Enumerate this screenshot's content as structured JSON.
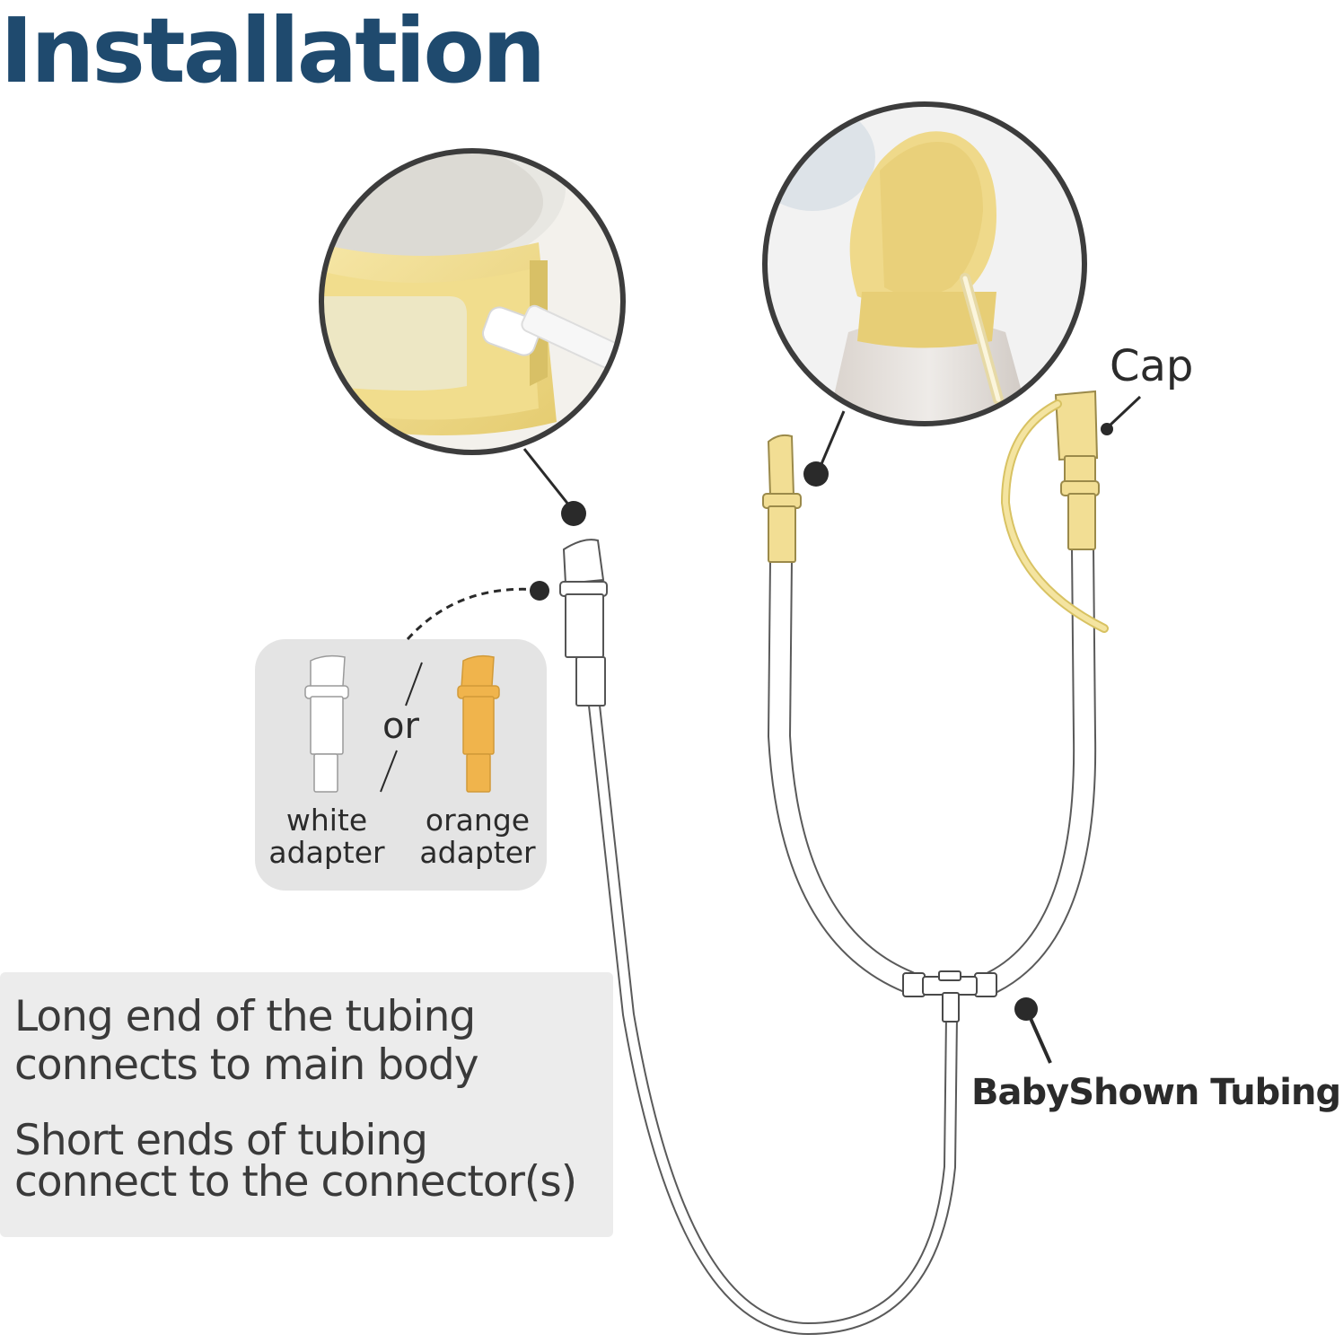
{
  "title": "Installation",
  "callouts": {
    "cap": "Cap",
    "tubing": "BabyShown Tubing"
  },
  "adapters": {
    "separator": "or",
    "white": {
      "line1": "white",
      "line2": "adapter"
    },
    "orange": {
      "line1": "orange",
      "line2": "adapter"
    }
  },
  "instructions": [
    {
      "line1": "Long end of the tubing",
      "line2": "connects to main body"
    },
    {
      "line1": "Short ends of tubing",
      "line2": "connect to the connector(s)"
    }
  ],
  "colors": {
    "title": "#1f4a6e",
    "pump_yellow": "#f1dc8a",
    "orange_adapter": "#f0b44c",
    "panel_gray": "#e4e4e4"
  }
}
